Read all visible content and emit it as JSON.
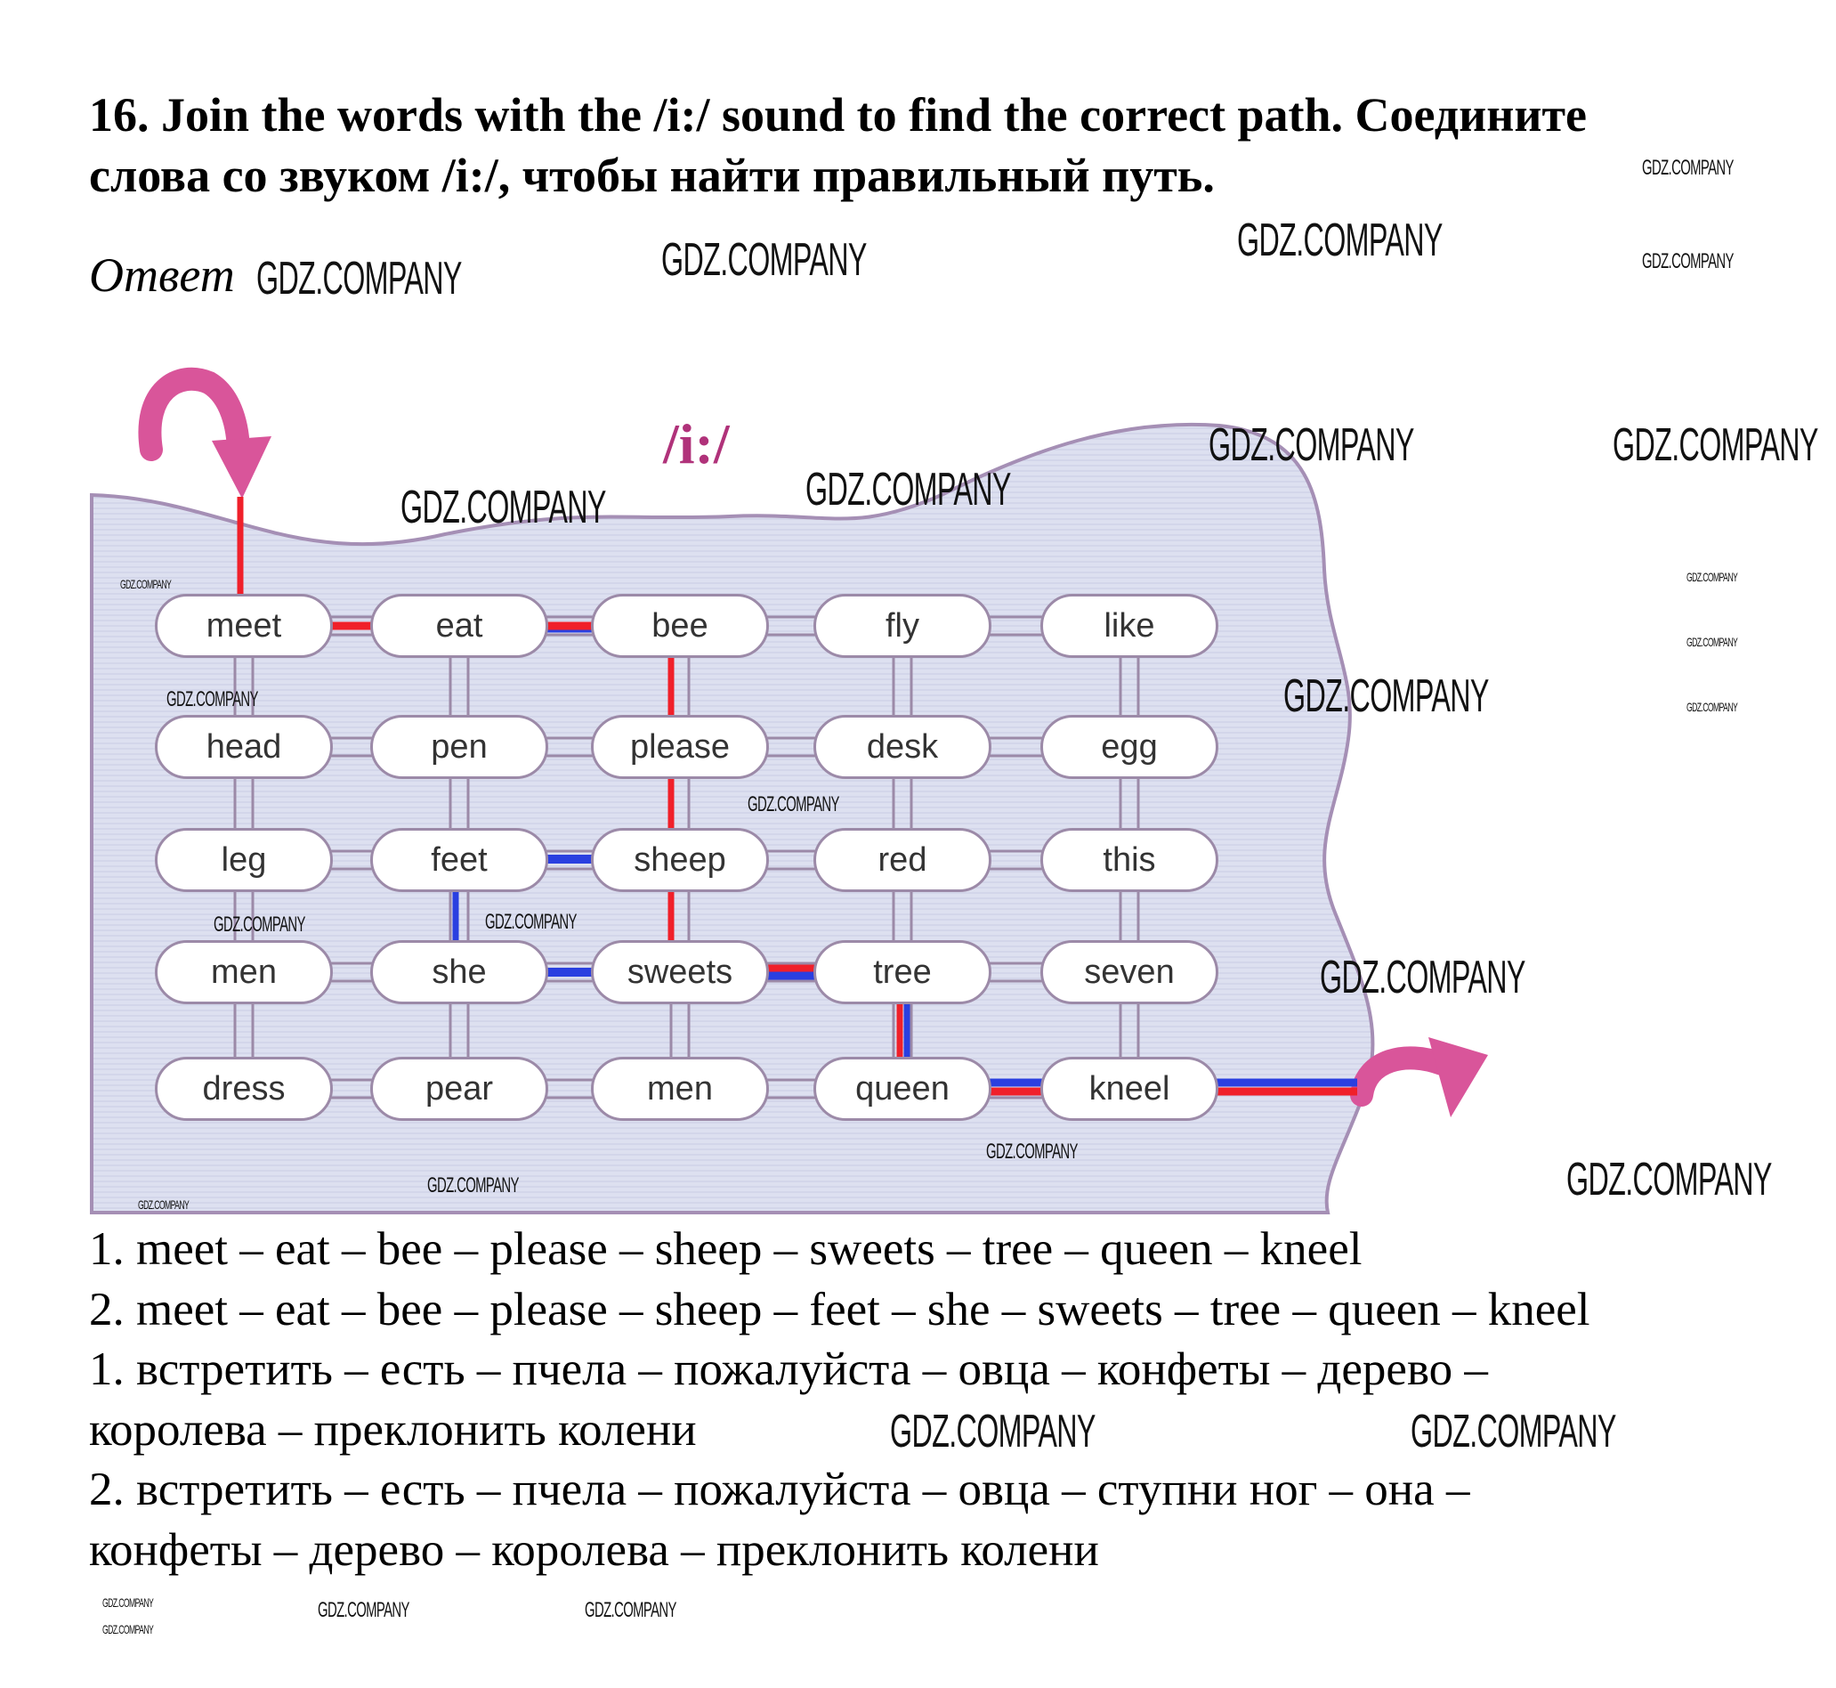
{
  "task": {
    "title_line1": "16. Join the words with the /i:/ sound to find the correct path.   Соедините",
    "title_line2": "слова со звуком /i:/, чтобы найти правильный путь.",
    "answer_label": "Ответ"
  },
  "puzzle": {
    "sound_label": "/i:/",
    "grid": [
      [
        "meet",
        "eat",
        "bee",
        "fly",
        "like"
      ],
      [
        "head",
        "pen",
        "please",
        "desk",
        "egg"
      ],
      [
        "leg",
        "feet",
        "sheep",
        "red",
        "this"
      ],
      [
        "men",
        "she",
        "sweets",
        "tree",
        "seven"
      ],
      [
        "dress",
        "pear",
        "men",
        "queen",
        "kneel"
      ]
    ],
    "colors": {
      "path1": "#f0202a",
      "path2": "#2a3fe0",
      "arrow": "#d9559a",
      "board": "#dcdff0",
      "border": "#9c8aa8"
    }
  },
  "answers": [
    "1. meet – eat – bee – please – sheep – sweets – tree – queen – kneel",
    "2. meet – eat – bee – please – sheep – feet – she – sweets – tree – queen – kneel",
    "1. встретить – есть – пчела – пожалуйста – овца – конфеты – дерево –",
    "королева – преклонить колени",
    "2. встретить – есть – пчела – пожалуйста – овца – ступни ног – она –",
    "конфеты – дерево – королева – преклонить колени"
  ],
  "watermark": "GDZ.COMPANY"
}
